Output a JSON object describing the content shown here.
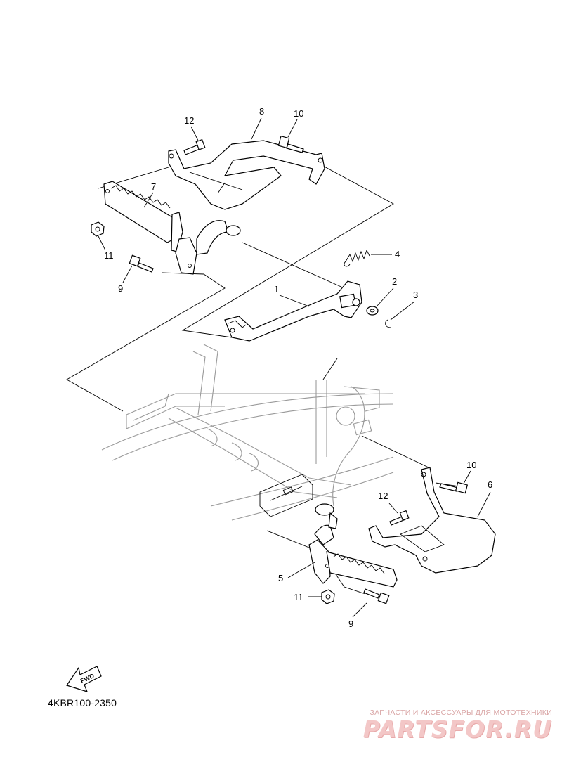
{
  "diagram": {
    "code": "4KBR100-2350",
    "fwd_label": "FWD",
    "callouts": {
      "c1": "1",
      "c2": "2",
      "c3": "3",
      "c4": "4",
      "c5": "5",
      "c6": "6",
      "c7": "7",
      "c8": "8",
      "c9a": "9",
      "c9b": "9",
      "c10a": "10",
      "c10b": "10",
      "c11a": "11",
      "c11b": "11",
      "c12a": "12",
      "c12b": "12"
    }
  },
  "watermark": {
    "tagline": "ЗАПЧАСТИ И АКСЕССУАРЫ ДЛЯ МОТОТЕХНИКИ",
    "logo": "PARTSFOR.RU"
  }
}
